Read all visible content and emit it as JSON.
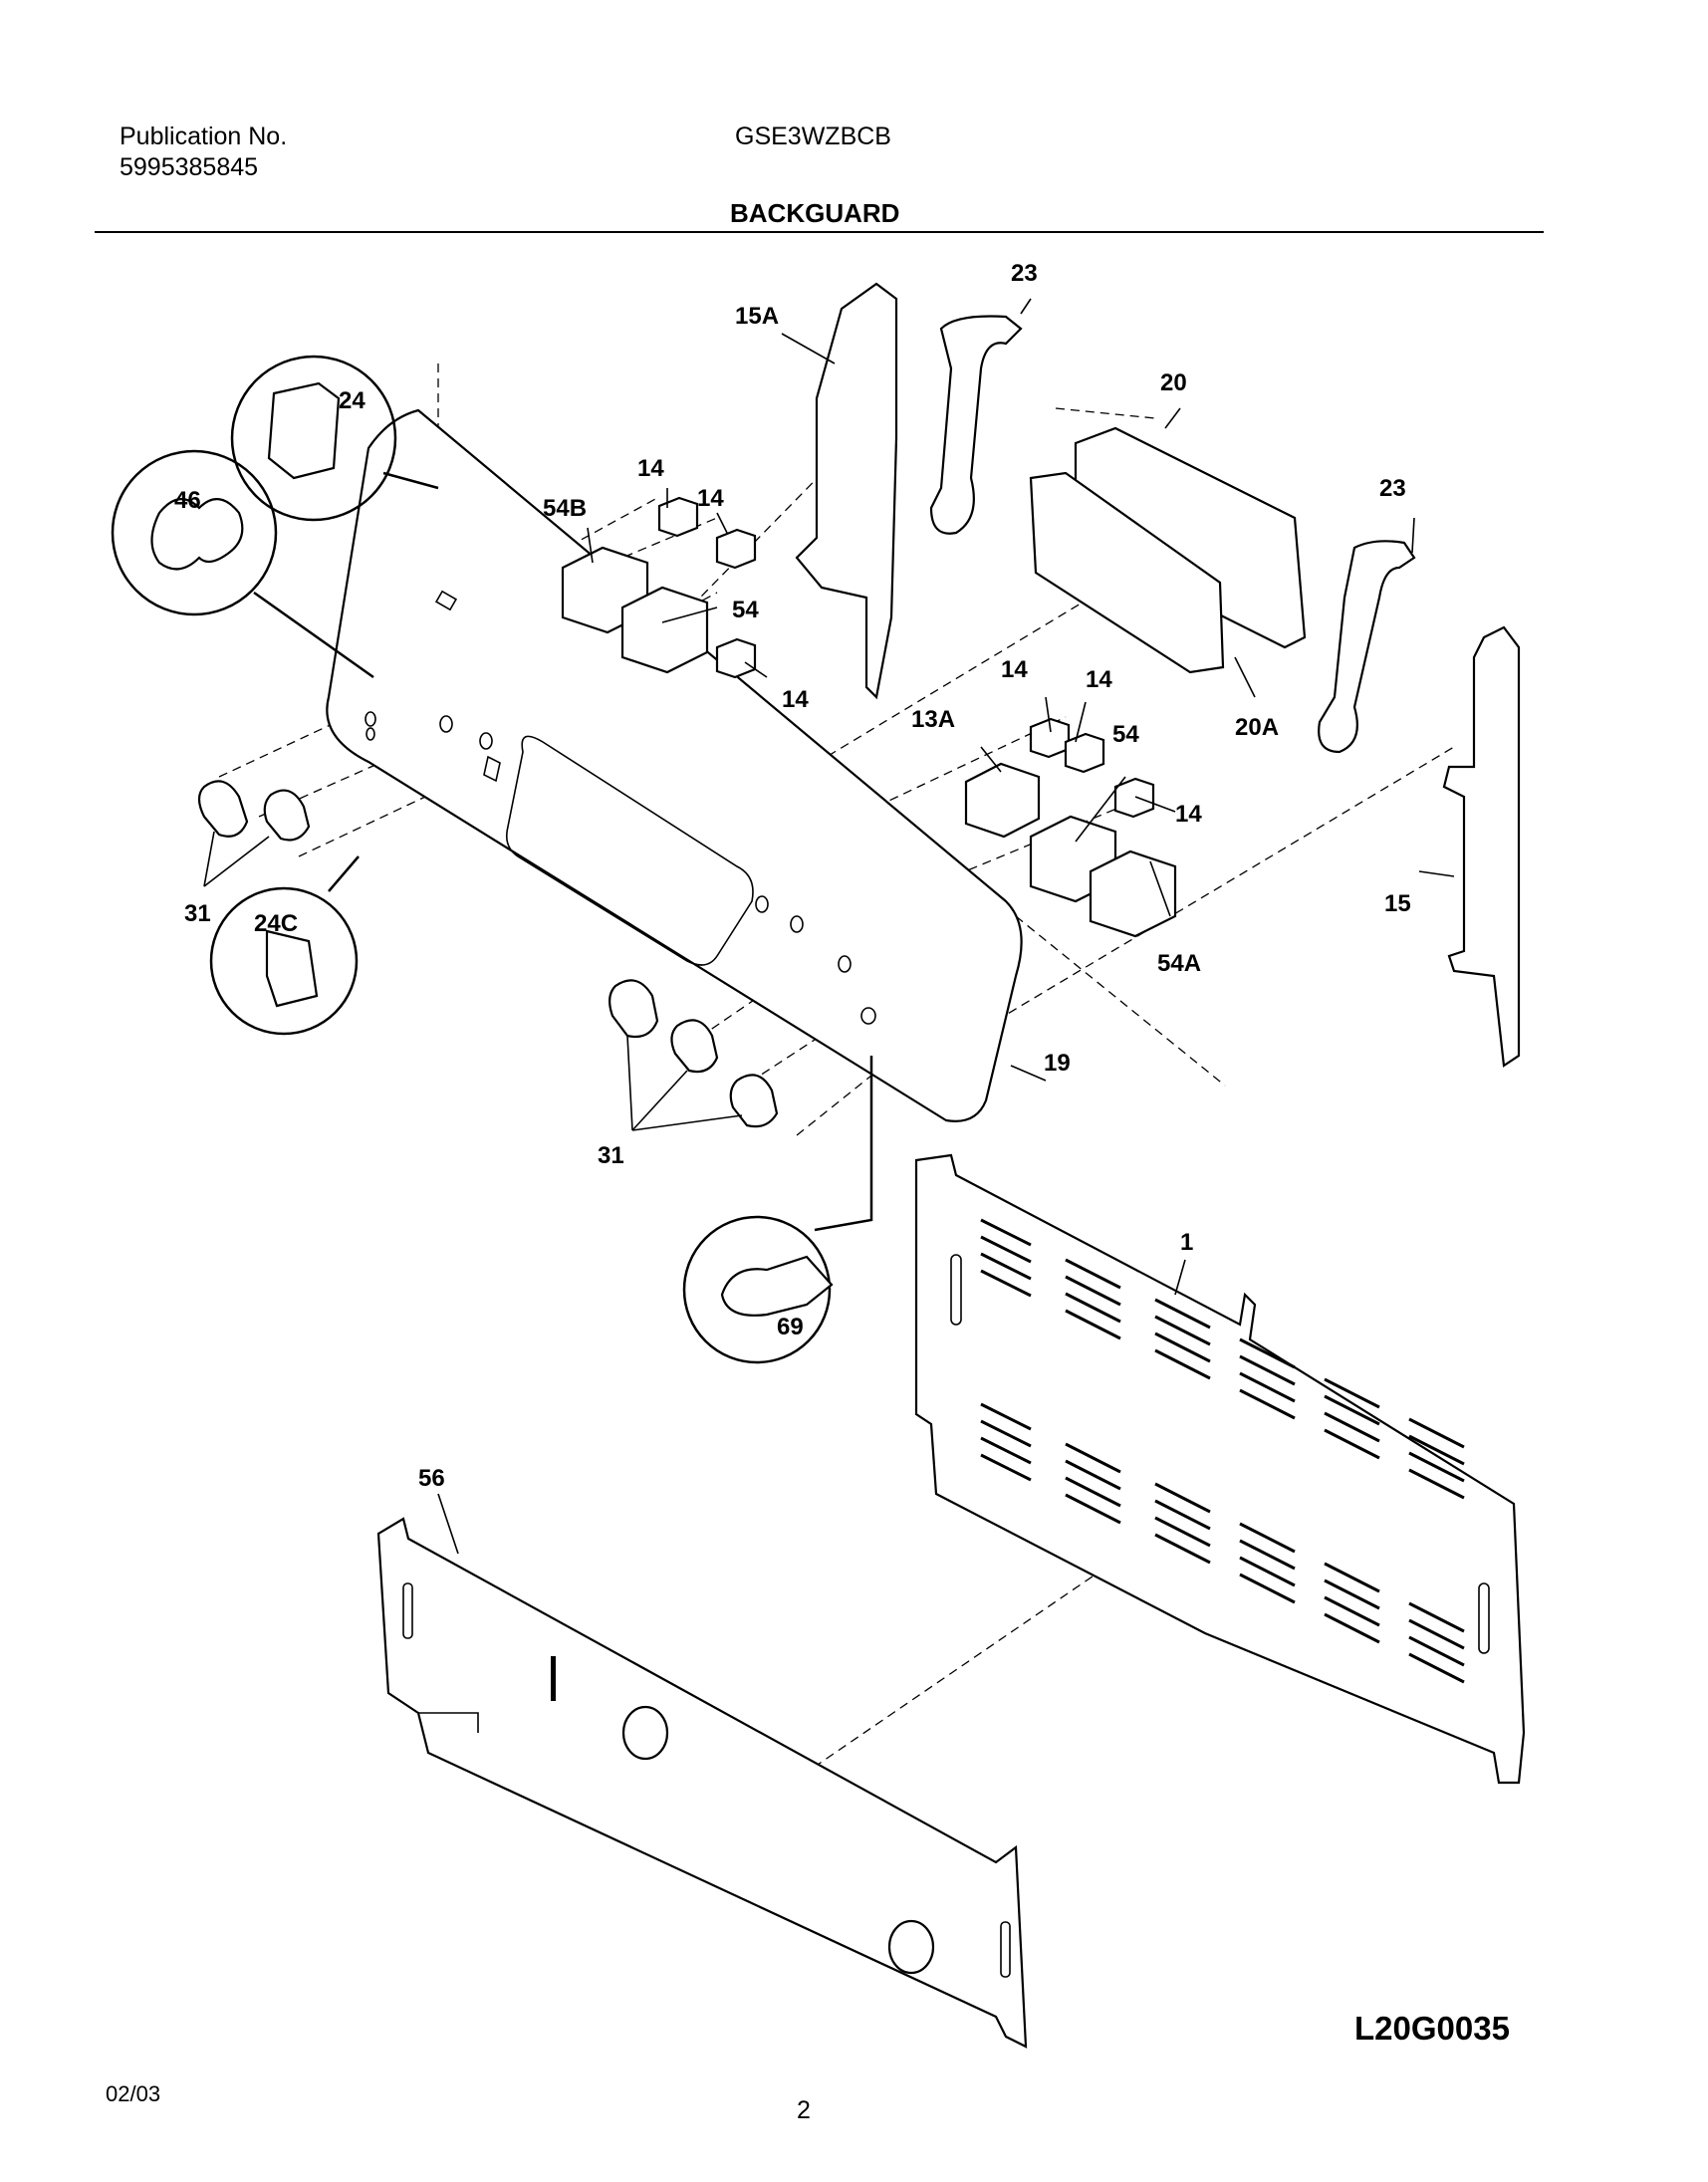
{
  "header": {
    "publication_label": "Publication No.",
    "publication_number": "5995385845",
    "model": "GSE3WZBCB",
    "section_title": "BACKGUARD"
  },
  "callouts": {
    "c23a": "23",
    "c15a": "15A",
    "c20": "20",
    "c24": "24",
    "c46": "46",
    "c54b": "54B",
    "c14a": "14",
    "c14b": "14",
    "c54a": "54",
    "c14c": "14",
    "c23b": "23",
    "c20a": "20A",
    "c14d": "14",
    "c14e": "14",
    "c13a": "13A",
    "c54c": "54",
    "c14f": "14",
    "c15": "15",
    "c31a": "31",
    "c24c": "24C",
    "c54d": "54A",
    "c19": "19",
    "c31b": "31",
    "c1": "1",
    "c69": "69",
    "c56": "56"
  },
  "footer": {
    "drawing_code": "L20G0035",
    "date": "02/03",
    "page": "2"
  }
}
